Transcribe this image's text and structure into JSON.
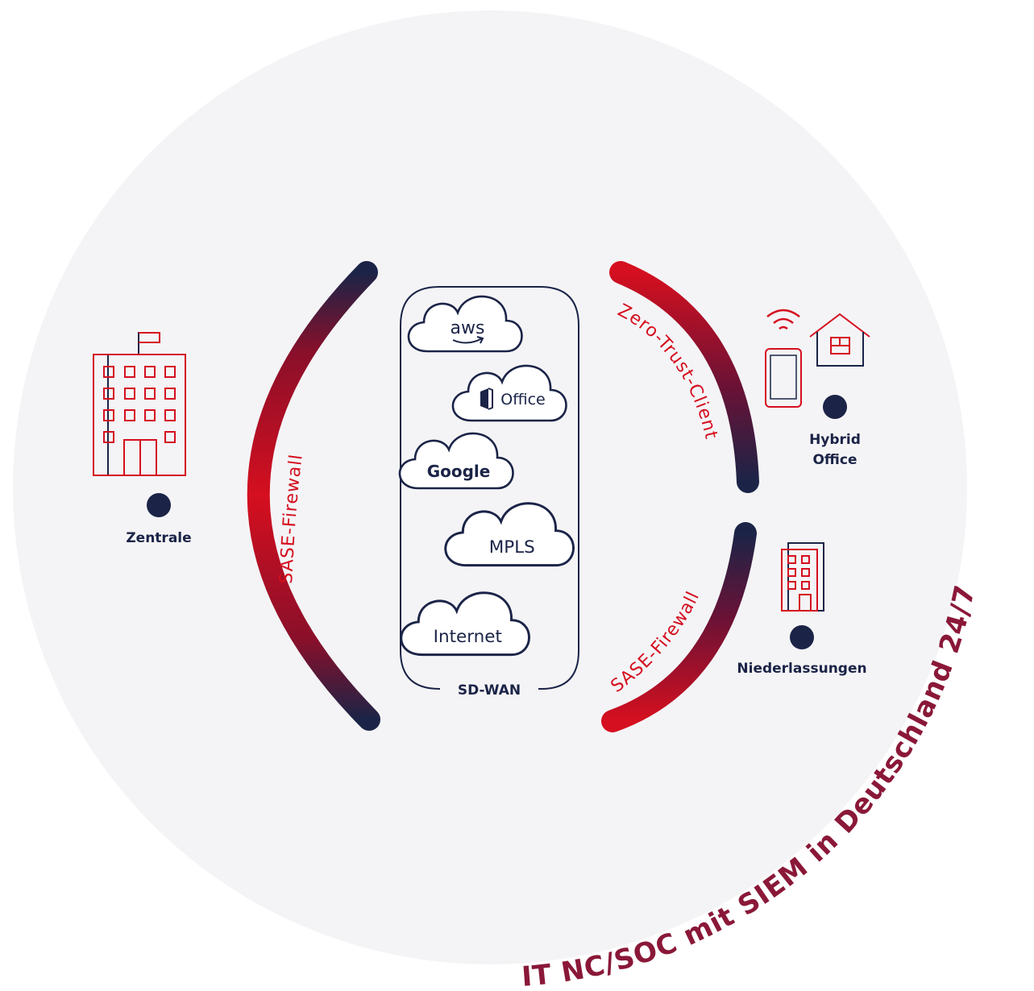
{
  "colors": {
    "red": "#d50f1f",
    "navy": "#1b2447",
    "maroon": "#7a1030",
    "background_circle": "#f4f4f6"
  },
  "left": {
    "arc_label": "SASE-Firewall",
    "location_label": "Zentrale",
    "icon": "office-building-icon"
  },
  "center": {
    "container_label": "SD-WAN",
    "clouds": [
      {
        "label": "aws",
        "icon": "aws-logo-icon"
      },
      {
        "label": "Office",
        "icon": "office-logo-icon"
      },
      {
        "label": "Google",
        "icon": "google-logo-icon"
      },
      {
        "label": "MPLS",
        "icon": "cloud-icon"
      },
      {
        "label": "Internet",
        "icon": "cloud-icon"
      }
    ]
  },
  "right_top": {
    "arc_label": "Zero-Trust-Client",
    "location_label_line1": "Hybrid",
    "location_label_line2": "Office",
    "icons": [
      "wifi-icon",
      "smartphone-icon",
      "house-icon"
    ]
  },
  "right_bottom": {
    "arc_label": "SASE-Firewall",
    "location_label": "Niederlassungen",
    "icon": "branch-building-icon"
  },
  "circular_text": "IT NC/SOC mit SIEM in Deutschland 24/7"
}
